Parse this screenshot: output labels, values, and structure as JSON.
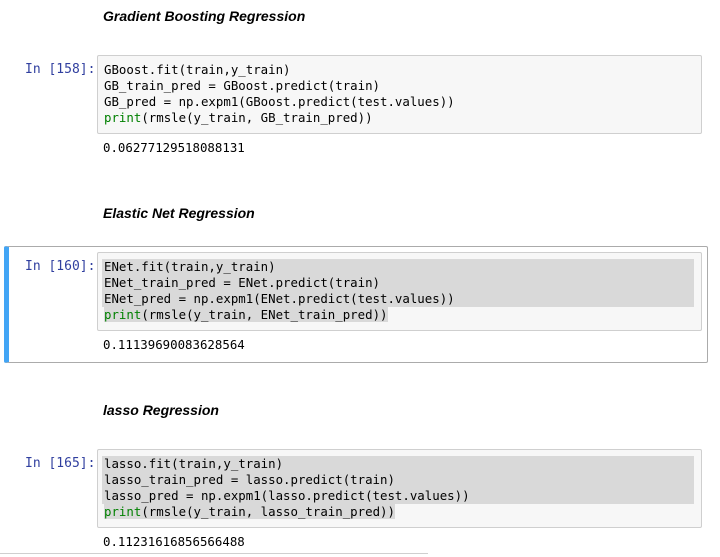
{
  "sections": [
    {
      "heading": "Gradient Boosting Regression",
      "prompt": "In [158]:",
      "code": [
        {
          "text": "GBoost.fit(train,y_train)"
        },
        {
          "text": "GB_train_pred = GBoost.predict(train)"
        },
        {
          "text": "GB_pred = np.expm1(GBoost.predict(test.values))"
        },
        {
          "keyword": "print",
          "rest": "(rmsle(y_train, GB_train_pred))"
        }
      ],
      "output": "0.06277129518088131",
      "selected": false
    },
    {
      "heading": "Elastic Net Regression",
      "prompt": "In [160]:",
      "code": [
        {
          "text": "ENet.fit(train,y_train)"
        },
        {
          "text": "ENet_train_pred = ENet.predict(train)"
        },
        {
          "text": "ENet_pred = np.expm1(ENet.predict(test.values))"
        },
        {
          "keyword": "print",
          "rest": "(rmsle(y_train, ENet_train_pred))"
        }
      ],
      "output": "0.11139690083628564",
      "selected": true
    },
    {
      "heading": "lasso Regression",
      "prompt": "In [165]:",
      "code": [
        {
          "text": "lasso.fit(train,y_train)"
        },
        {
          "text": "lasso_train_pred = lasso.predict(train)"
        },
        {
          "text": "lasso_pred = np.expm1(lasso.predict(test.values))"
        },
        {
          "keyword": "print",
          "rest": "(rmsle(y_train, lasso_train_pred))"
        }
      ],
      "output": "0.11231616856566488",
      "selected": false
    }
  ],
  "colors": {
    "prompt": "#303f9f",
    "keyword": "#008000",
    "selection_bar": "#42a5f5",
    "code_bg": "#f7f7f7",
    "line_highlight": "#d9d9d9"
  }
}
